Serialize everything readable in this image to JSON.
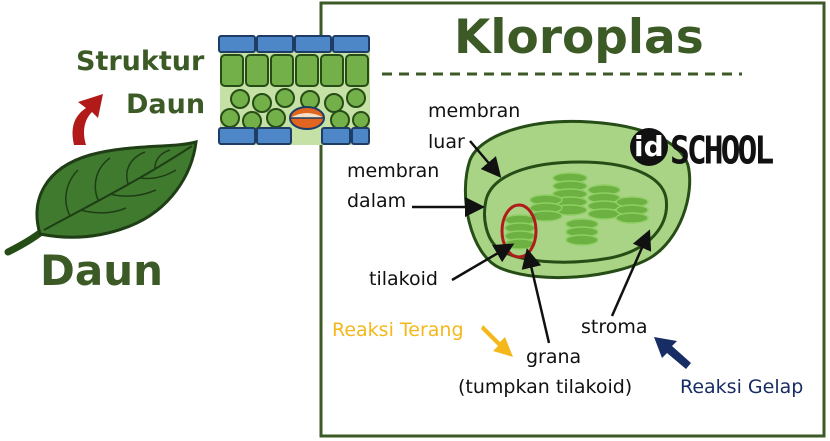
{
  "colors": {
    "dark_green": "#3b5a26",
    "leaf_green": "#3f7a2f",
    "chloro_fill": "#a9d486",
    "chloro_inner": "#c9e6a8",
    "grana_green": "#6db142",
    "cell_green": "#73b04a",
    "epidermis_blue": "#4e87c8",
    "arrow_red": "#b21a1a",
    "arrow_yellow": "#f4b81b",
    "arrow_navy": "#182d63",
    "reaksi_terang": "#f4b81b",
    "reaksi_gelap": "#182d63",
    "highlight_red": "#b01c1c"
  },
  "left": {
    "struktur": "Struktur",
    "daun_small": "Daun",
    "daun_big": "Daun"
  },
  "panel": {
    "title": "Kloroplas",
    "logo": {
      "id": "id",
      "school": "SCHOOL"
    },
    "labels": {
      "membran_luar_1": "membran",
      "membran_luar_2": "luar",
      "membran_dalam_1": "membran",
      "membran_dalam_2": "dalam",
      "tilakoid": "tilakoid",
      "stroma": "stroma",
      "grana_1": "grana",
      "grana_2": "(tumpkan tilakoid)",
      "reaksi_terang": "Reaksi Terang",
      "reaksi_gelap": "Reaksi Gelap"
    }
  },
  "icons": {
    "leaf": "leaf-icon",
    "leaf_cross_section": "leaf-cross-section-icon",
    "up_arrow": "curved-arrow-icon",
    "chloroplast": "chloroplast-icon"
  }
}
